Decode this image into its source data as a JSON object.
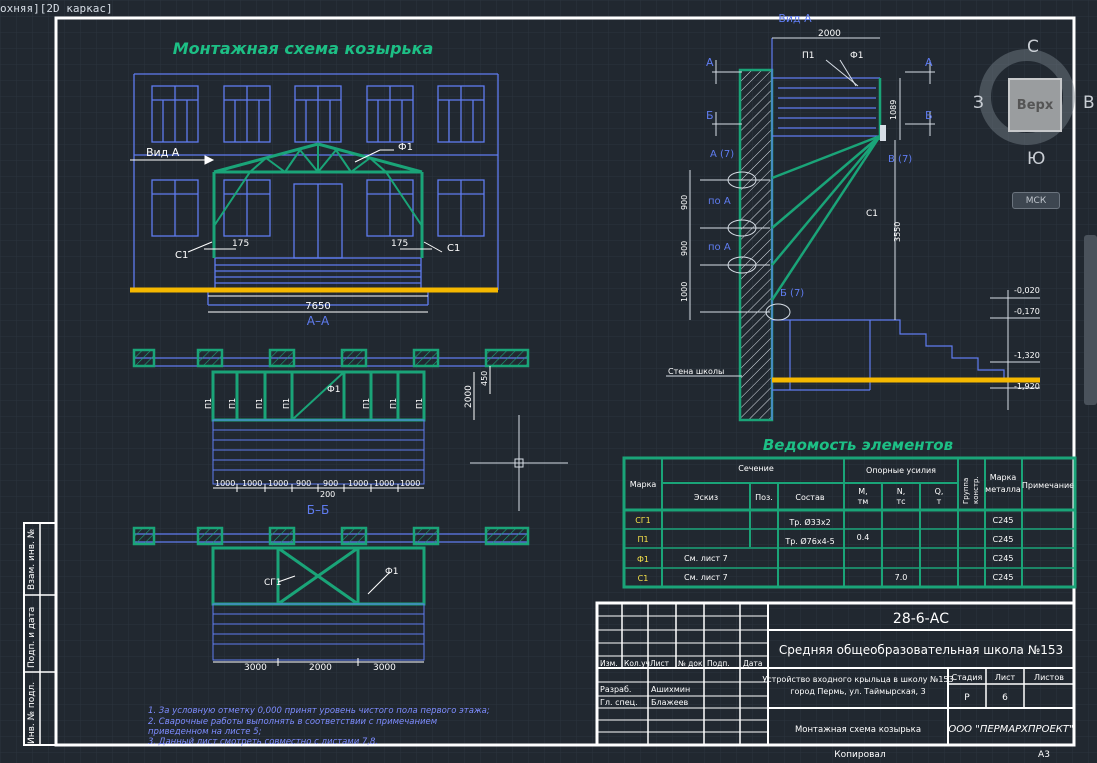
{
  "viewport": {
    "label": "охняя][2D каркас]"
  },
  "viewcube": {
    "face": "Верх",
    "north": "С",
    "south": "Ю",
    "west": "З",
    "east": "В",
    "ucs": "МСК"
  },
  "sheet": {
    "title": "Монтажная схема козырька",
    "elevation": {
      "view_label": "Вид А",
      "section_label": "А–А",
      "f1": "Ф1",
      "c1_left": "С1",
      "c1_right": "С1",
      "dim_left": "175",
      "dim_right": "175",
      "dim_total": "7650"
    },
    "plan_bb": {
      "section_label": "Б–Б",
      "p1": "П1",
      "f1": "Ф1",
      "dim_2000": "2000",
      "dim_450": "450",
      "dim_1000": "1000",
      "dim_900": "900",
      "dim_200": "200"
    },
    "plan_c": {
      "sg1": "СГ1",
      "f1": "Ф1",
      "dim_left": "3000",
      "dim_mid": "2000",
      "dim_right": "3000"
    },
    "view_a": {
      "title": "Вид А",
      "dim_top": "2000",
      "p1": "П1",
      "f1": "Ф1",
      "mark_a": "А",
      "mark_b": "Б",
      "label_a7": "А (7)",
      "label_b7": "Б (7)",
      "label_v7": "В (7)",
      "po_a_1": "по А",
      "po_a_2": "по А",
      "c1": "С1",
      "dim_1089": "1089",
      "dim_3550": "3550",
      "dim_900a": "900",
      "dim_900b": "900",
      "dim_1000": "1000",
      "wall_label": "Стена школы",
      "lvl_1": "-0,020",
      "lvl_2": "-0,170",
      "lvl_3": "-1,320",
      "lvl_4": "-1,920"
    },
    "notes": [
      "1. За условную отметку 0,000 принят уровень чистого пола первого этажа;",
      "2. Сварочные работы выполнять в соответствии с примечанием",
      "    приведенном на листе 5;",
      "3. Данный лист смотреть совместно с листами 7,8."
    ],
    "spec_table": {
      "title": "Ведомость элементов",
      "h_marka": "Марка",
      "h_sechenie": "Сечение",
      "h_eskiz": "Эскиз",
      "h_poz": "Поз.",
      "h_sostav": "Состав",
      "h_usiliya": "Опорные усилия",
      "h_m": "M,",
      "h_m_unit": "тм",
      "h_n": "N,",
      "h_n_unit": "тс",
      "h_q": "Q,",
      "h_q_unit": "т",
      "h_gruppa": "Группа",
      "h_gruppa2": "констр.",
      "h_metal": "Марка",
      "h_metal2": "металла",
      "h_prim": "Примечание",
      "rows": [
        {
          "mark": "СГ1",
          "eskiz": "",
          "sostav": "Тр. Ø33х2",
          "m": "",
          "n": "",
          "steel": "С245"
        },
        {
          "mark": "П1",
          "eskiz": "",
          "sostav": "Тр. Ø76х4-5",
          "m": "0.4",
          "n": "",
          "steel": "С245"
        },
        {
          "mark": "Ф1",
          "eskiz": "См. лист 7",
          "sostav": "",
          "m": "",
          "n": "",
          "steel": "С245"
        },
        {
          "mark": "С1",
          "eskiz": "См. лист 7",
          "sostav": "",
          "m": "",
          "n": "7.0",
          "steel": "С245"
        }
      ]
    },
    "title_block": {
      "code": "28-6-АС",
      "school": "Средняя общеобразовательная школа №153",
      "cols": [
        "Изм.",
        "Кол.уч",
        "Лист",
        "№ док",
        "Подп.",
        "Дата"
      ],
      "razrab": "Разраб.",
      "razrab_name": "Ашихмин",
      "glspec": "Гл. спец.",
      "glspec_name": "Блажеев",
      "project_line1": "Устройство входного крыльца в школу №153",
      "project_line2": "город Пермь, ул. Таймырская, 3",
      "stadia": "Стадия",
      "list": "Лист",
      "listov": "Листов",
      "stadia_val": "Р",
      "list_val": "6",
      "sheet_name": "Монтажная схема козырька",
      "company": "ООО \"ПЕРМАРХПРОЕКТ\"",
      "kopiroval": "Копировал",
      "format": "А3"
    },
    "side_stamp": {
      "s1": "Взам. инв. №",
      "s2": "Подп. и дата",
      "s3": "Инв. № подл."
    }
  }
}
